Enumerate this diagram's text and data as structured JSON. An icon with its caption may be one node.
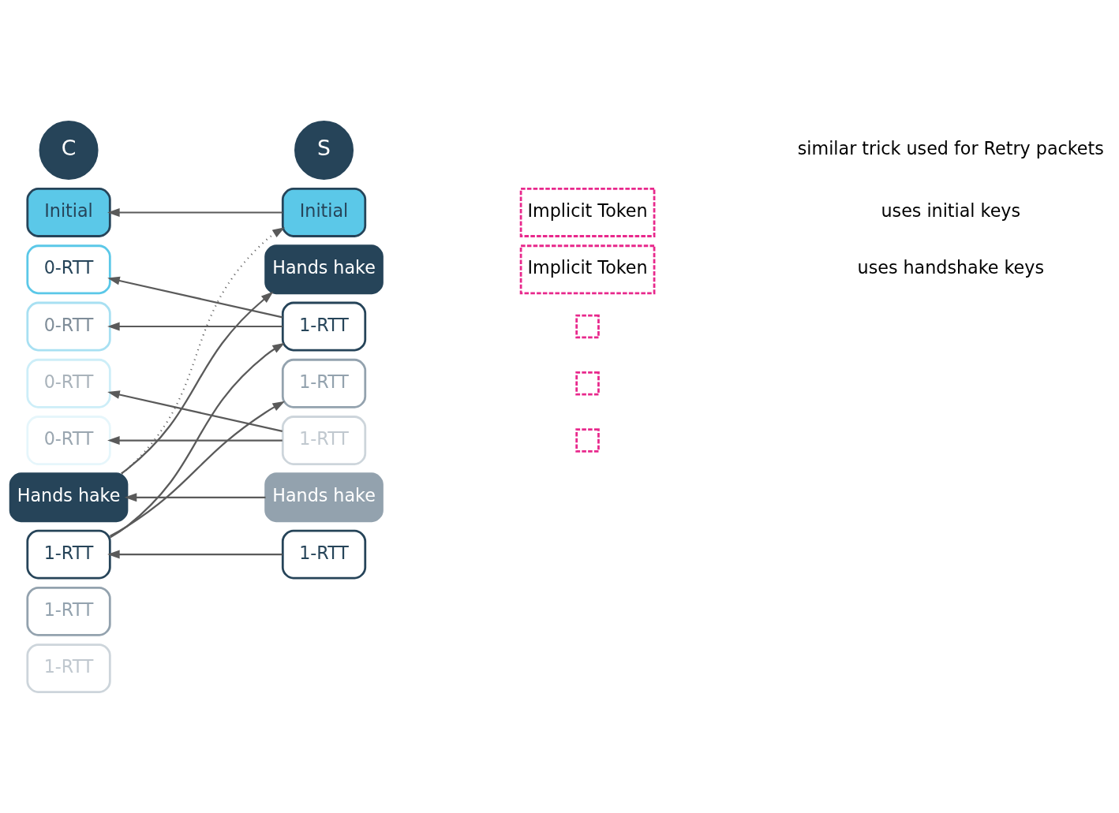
{
  "diagram": {
    "nodes": [
      {
        "text": [
          "C"
        ]
      },
      {
        "text": [
          "S"
        ]
      },
      {
        "text": [
          "Initial"
        ]
      },
      {
        "text": [
          "0-RTT"
        ]
      },
      {
        "text": [
          "0-RTT"
        ]
      },
      {
        "text": [
          "0-RTT"
        ]
      },
      {
        "text": [
          "0-RTT"
        ]
      },
      {
        "text": [
          "Hands hake"
        ]
      },
      {
        "text": [
          "1-RTT"
        ]
      },
      {
        "text": [
          "1-RTT"
        ]
      },
      {
        "text": [
          "1-RTT"
        ]
      },
      {
        "text": [
          "Initial"
        ]
      },
      {
        "text": [
          "Implicit Token"
        ]
      },
      {
        "text": [
          "Hands hake"
        ]
      },
      {
        "text": [
          "Implicit Token"
        ]
      },
      {
        "text": [
          "1-RTT"
        ]
      },
      {
        "text": [],
        "shape": "box"
      },
      {
        "text": [
          "1-RTT"
        ]
      },
      {
        "text": [],
        "shape": "box"
      },
      {
        "text": [
          "1-RTT"
        ]
      },
      {
        "text": [],
        "shape": "box"
      },
      {
        "text": [
          "Hands hake"
        ]
      },
      {
        "text": [
          "1-RTT"
        ]
      }
    ],
    "edges": [
      {
        "from": 11,
        "to": 2,
        "arrow": "to"
      },
      {
        "from": 15,
        "to": 3,
        "arrow": "to"
      },
      {
        "from": 15,
        "to": 4,
        "arrow": "to"
      },
      {
        "from": 19,
        "to": 5,
        "arrow": "to"
      },
      {
        "from": 19,
        "to": 6,
        "arrow": "to"
      },
      {
        "from": 7,
        "to": 11,
        "arrow": "to",
        "style": "dashed"
      },
      {
        "from": 7,
        "to": 13,
        "arrow": "to"
      },
      {
        "from": 21,
        "to": 7,
        "arrow": "to"
      },
      {
        "from": 8,
        "to": 15,
        "arrow": "to"
      },
      {
        "from": 8,
        "to": 17,
        "arrow": "to"
      },
      {
        "from": 22,
        "to": 8,
        "arrow": "to"
      }
    ],
    "labels": [
      "similar trick used for Retry packets",
      "uses initial keys",
      "uses handshake keys"
    ]
  }
}
